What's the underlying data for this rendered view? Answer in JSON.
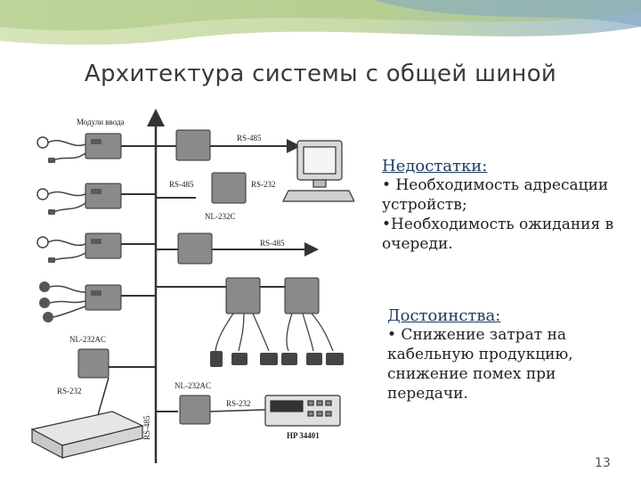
{
  "slide": {
    "title": "Архитектура системы с общей шиной",
    "page_number": "13"
  },
  "diagram": {
    "labels": {
      "input_modules": "Модули ввода",
      "rs485_top": "RS-485",
      "rs485_left": "RS-485",
      "rs232_mid": "RS-232",
      "nl232c": "NL-232C",
      "rs485_mid": "RS-485",
      "nl232ac_left": "NL-232AC",
      "rs232_left": "RS-232",
      "nl232ac_bottom": "NL-232AC",
      "rs232_bottom": "RS-232",
      "rs485_vertical": "RS-485",
      "meter": "HP 34401"
    }
  },
  "disadvantages": {
    "heading": "Недостатки:",
    "item1": "• Необходимость адресации устройств;",
    "item2": "•Необходимость ожидания в очереди."
  },
  "advantages": {
    "heading": "Достоинства:",
    "item1": "•  Снижение затрат на кабельную продукцию, снижение помех при передачи."
  },
  "colors": {
    "band_green": "#b7cf8a",
    "band_blue": "#8fb0c8",
    "title": "#3a3a3a",
    "heading": "#1f3a5f"
  }
}
